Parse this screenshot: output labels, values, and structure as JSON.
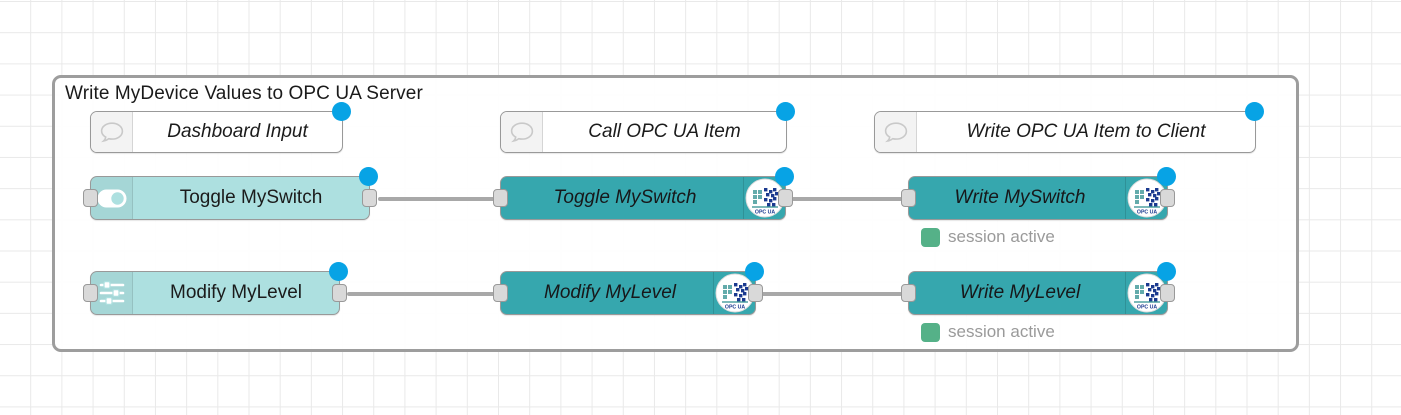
{
  "canvas": {
    "grid_color": "#e9e9e9",
    "background": "#ffffff"
  },
  "group": {
    "title": "Write MyDevice Values to OPC UA Server",
    "border_color": "#9d9d9d"
  },
  "colors": {
    "dashboard_node": "#ade0e0",
    "opcua_node": "#36a7ae",
    "comment_node": "#ffffff",
    "status_dot": "#07a3e5",
    "session_active": "#55b188",
    "wire": "#a8a8a8",
    "port": "#d9d9d9"
  },
  "columns": [
    {
      "id": "col-1",
      "comment": "Dashboard Input"
    },
    {
      "id": "col-2",
      "comment": "Call OPC UA Item"
    },
    {
      "id": "col-3",
      "comment": "Write OPC UA Item to Client"
    }
  ],
  "nodes": {
    "comment_dashboard_input": {
      "label": "Dashboard Input",
      "icon": "speech-bubble-icon",
      "type": "comment"
    },
    "comment_call_opcua_item": {
      "label": "Call OPC UA Item",
      "icon": "speech-bubble-icon",
      "type": "comment"
    },
    "comment_write_opcua_item": {
      "label": "Write OPC UA Item to Client",
      "icon": "speech-bubble-icon",
      "type": "comment"
    },
    "toggle_myswitch_dash": {
      "label": "Toggle MySwitch",
      "icon": "toggle-switch-icon",
      "type": "dashboard"
    },
    "toggle_myswitch_opcua": {
      "label": "Toggle MySwitch",
      "icon": "opcua-logo-icon",
      "type": "opcua"
    },
    "write_myswitch_opcua": {
      "label": "Write MySwitch",
      "icon": "opcua-logo-icon",
      "type": "opcua",
      "status": "session active"
    },
    "modify_mylevel_dash": {
      "label": "Modify MyLevel",
      "icon": "sliders-icon",
      "type": "dashboard"
    },
    "modify_mylevel_opcua": {
      "label": "Modify MyLevel",
      "icon": "opcua-logo-icon",
      "type": "opcua"
    },
    "write_mylevel_opcua": {
      "label": "Write MyLevel",
      "icon": "opcua-logo-icon",
      "type": "opcua",
      "status": "session active"
    }
  },
  "badge": {
    "opcua_text": "OPC UA"
  }
}
